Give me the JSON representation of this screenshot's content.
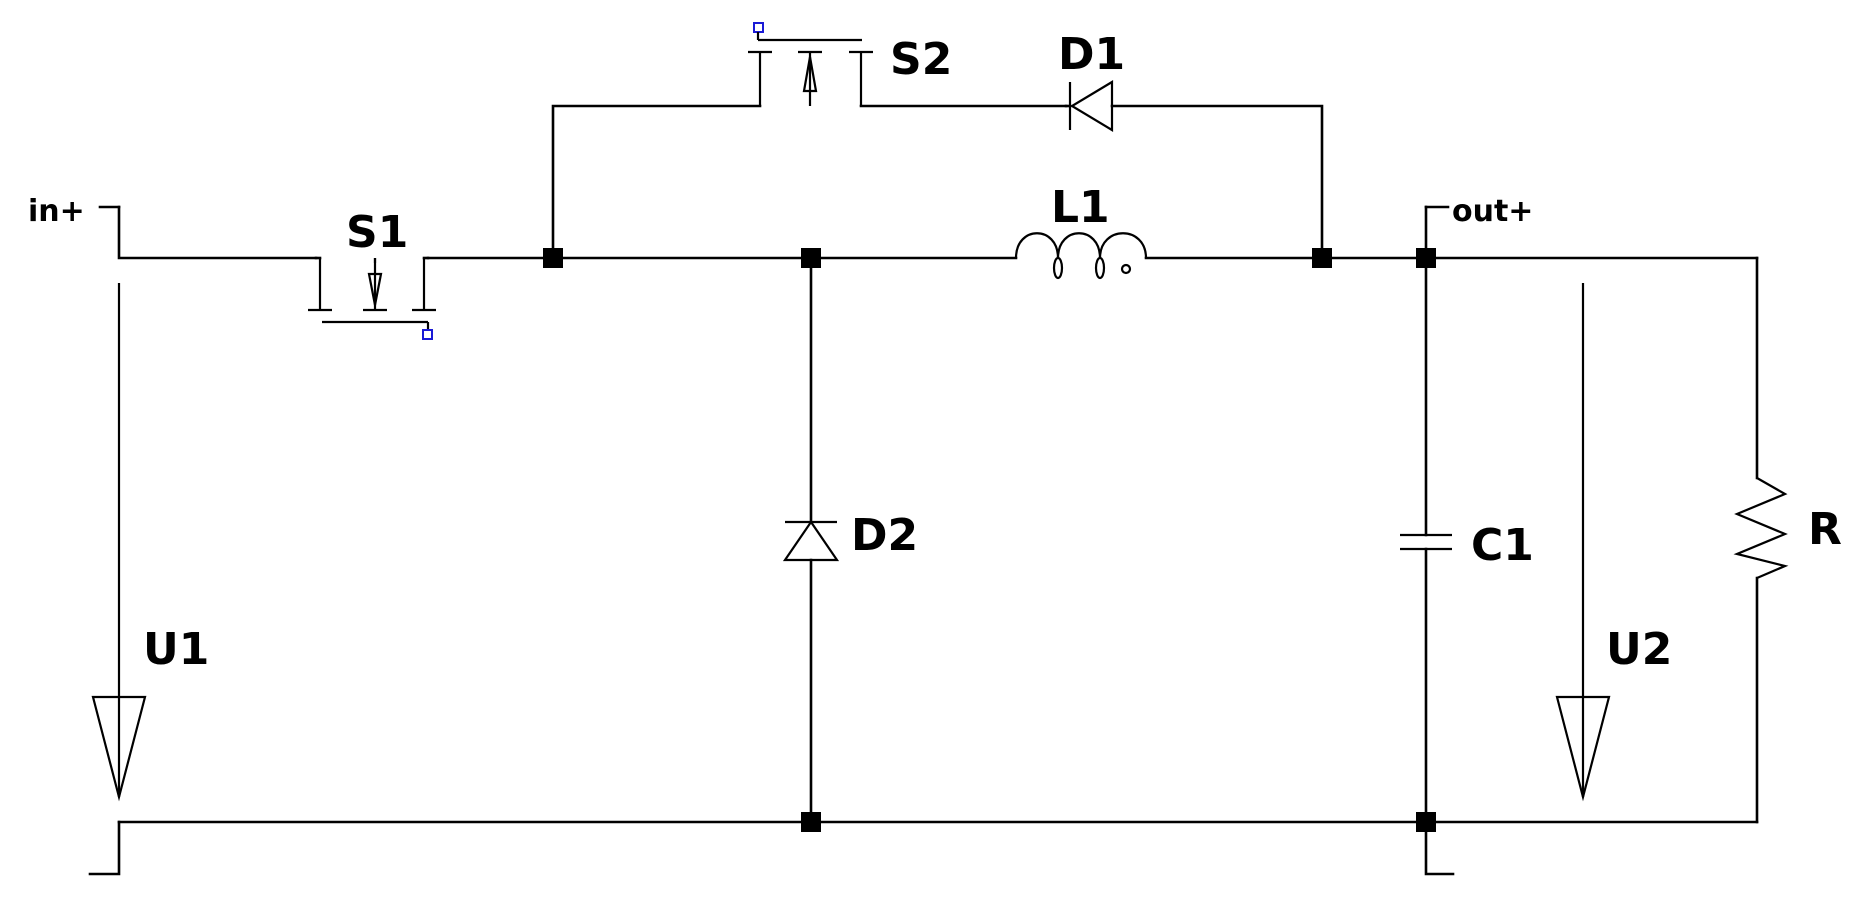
{
  "labels": {
    "s1": "S1",
    "s2": "S2",
    "d1": "D1",
    "d2": "D2",
    "l1": "L1",
    "c1": "C1",
    "r": "R",
    "u1": "U1",
    "u2": "U2",
    "in_plus": "in+",
    "out_plus": "out+"
  },
  "colors": {
    "wire": "#000000",
    "pin_marker": "#1a1ad6",
    "background": "#ffffff"
  }
}
